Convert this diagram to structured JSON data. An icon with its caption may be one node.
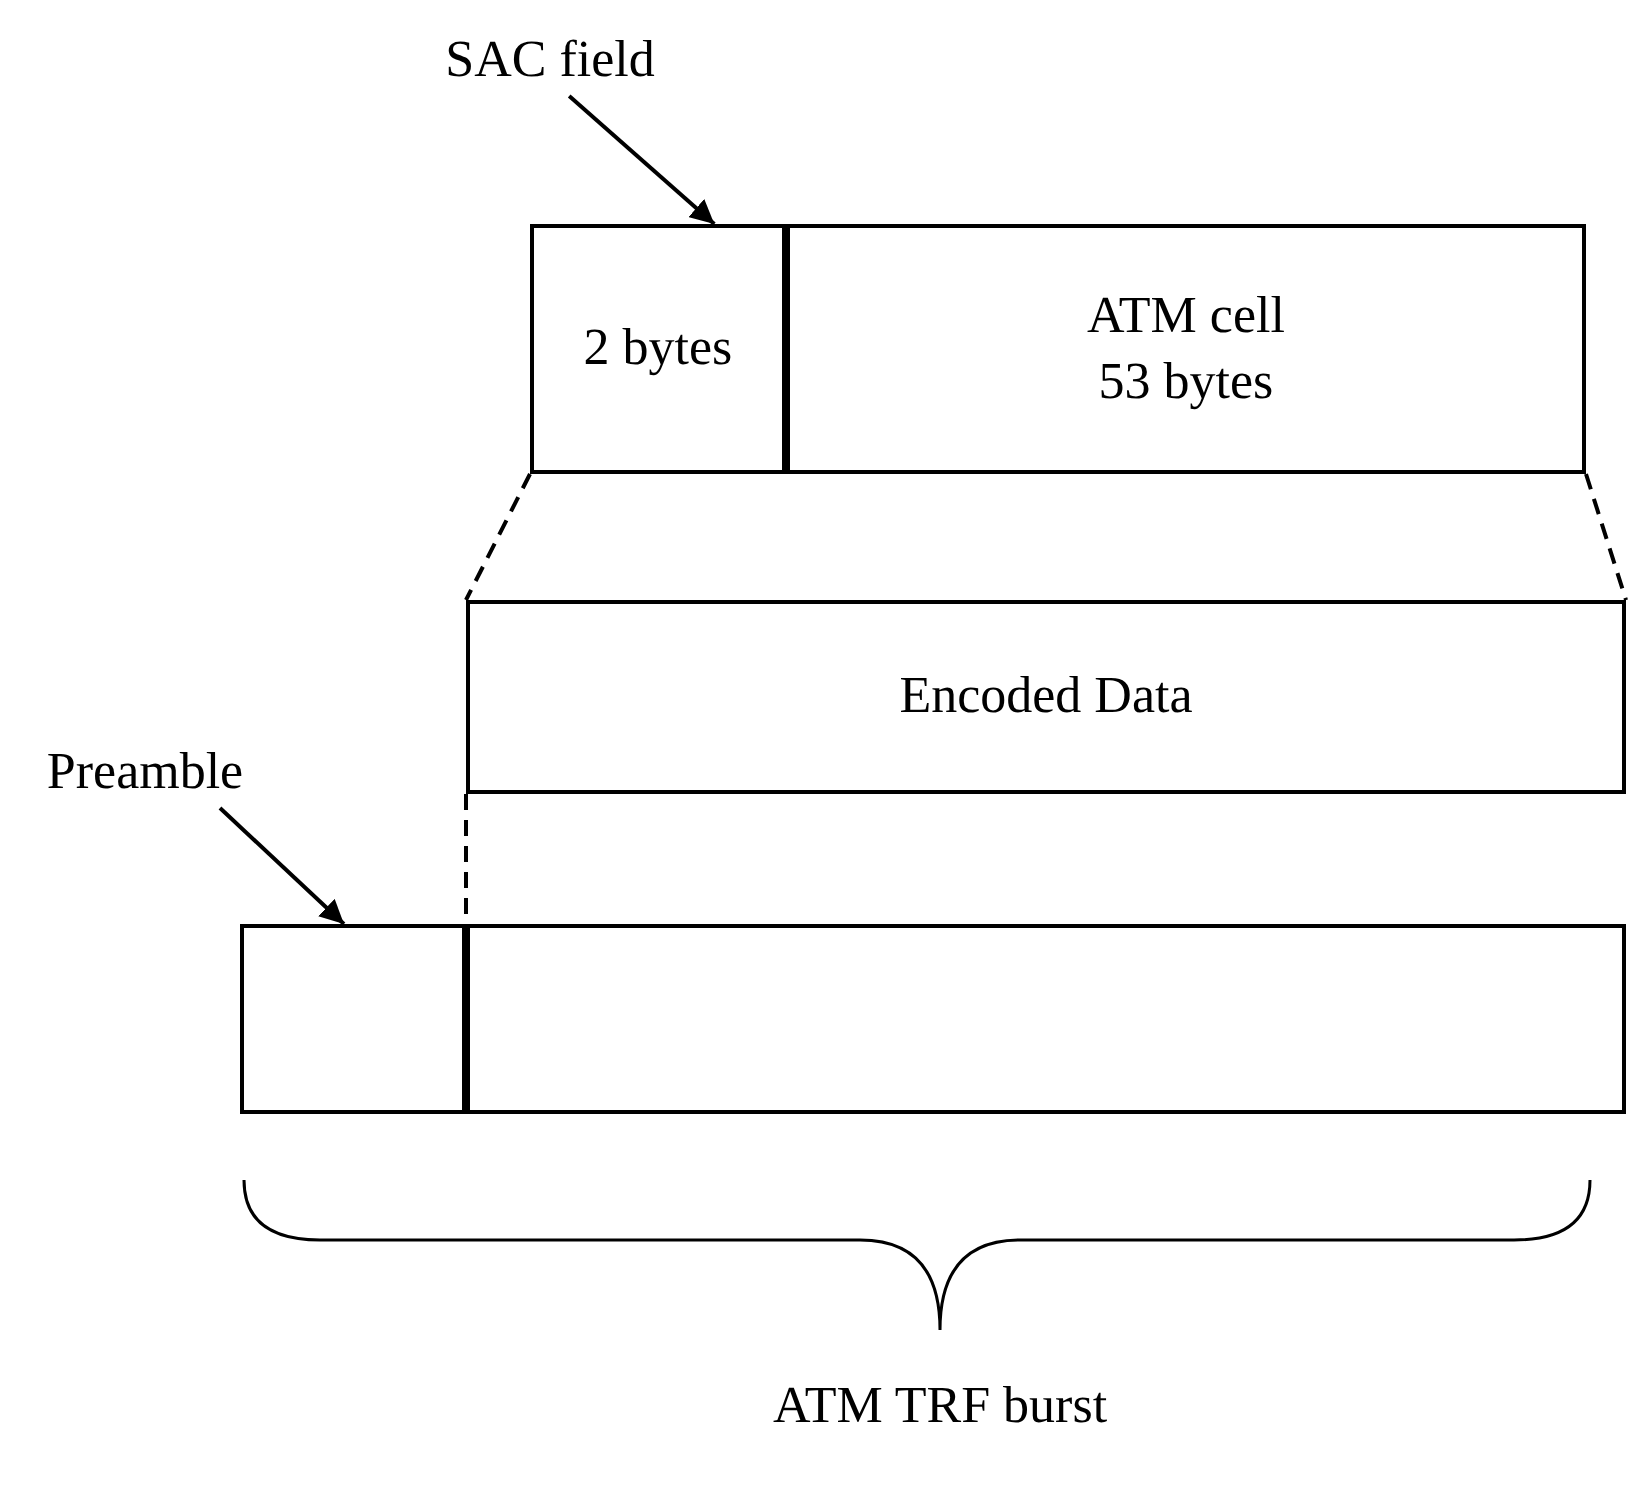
{
  "diagram": {
    "nodes": [
      {
        "text": [
          "SAC field"
        ]
      },
      {
        "text": [
          "2 bytes"
        ]
      },
      {
        "text": [
          "ATM cell 53 bytes"
        ]
      },
      {
        "text": [
          "Encoded Data"
        ]
      },
      {
        "text": [
          "Preamble"
        ]
      },
      {
        "text": [],
        "shape": "box"
      },
      {
        "text": [],
        "shape": "box"
      }
    ],
    "edges": [
      {
        "from": 0,
        "to": 1,
        "arrow": "to"
      },
      {
        "from": 1,
        "to": 3,
        "arrow": "none",
        "style": "dashed"
      },
      {
        "from": 2,
        "to": 3,
        "arrow": "none",
        "style": "dashed"
      },
      {
        "from": 4,
        "to": 5,
        "arrow": "to"
      },
      {
        "from": 3,
        "to": 6,
        "arrow": "none",
        "style": "dashed"
      }
    ],
    "labels": [
      "ATM TRF burst"
    ]
  }
}
